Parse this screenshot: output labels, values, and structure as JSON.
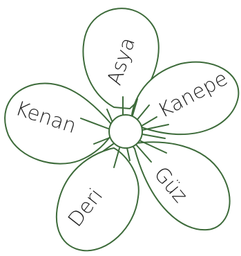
{
  "flower": {
    "line_color": "#3d6b3a",
    "text_color": "#1e1e1e",
    "petals": [
      {
        "name": "top",
        "word": "Asya"
      },
      {
        "name": "upper-right",
        "word": "Kanepe"
      },
      {
        "name": "lower-right",
        "word": "Güz"
      },
      {
        "name": "lower-left",
        "word": "Deri"
      },
      {
        "name": "upper-left",
        "word": "Kenan"
      }
    ]
  }
}
